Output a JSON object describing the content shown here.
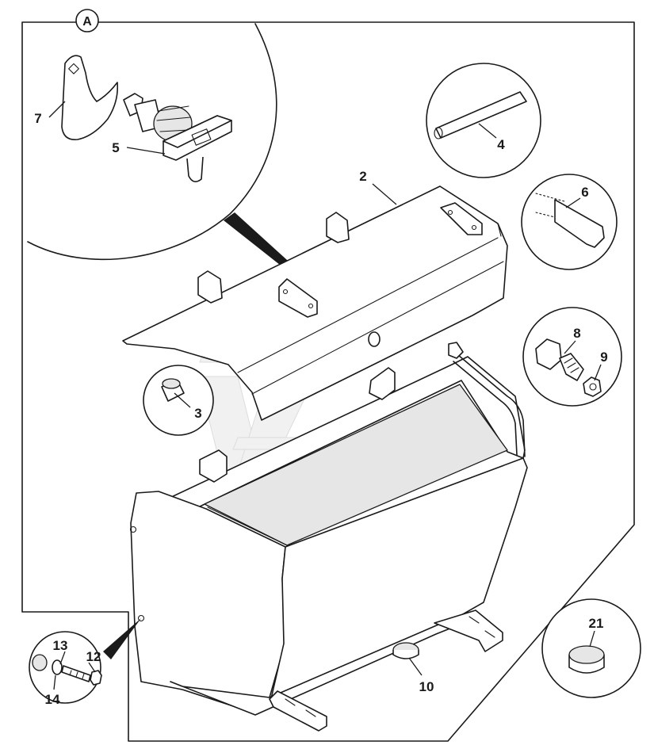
{
  "view_label": "A",
  "callouts": [
    {
      "key": "7",
      "text": "7"
    },
    {
      "key": "5",
      "text": "5"
    },
    {
      "key": "4",
      "text": "4"
    },
    {
      "key": "2",
      "text": "2"
    },
    {
      "key": "6",
      "text": "6"
    },
    {
      "key": "8",
      "text": "8"
    },
    {
      "key": "9",
      "text": "9"
    },
    {
      "key": "3",
      "text": "3"
    },
    {
      "key": "13",
      "text": "13"
    },
    {
      "key": "12",
      "text": "12"
    },
    {
      "key": "14",
      "text": "14"
    },
    {
      "key": "10",
      "text": "10"
    },
    {
      "key": "21",
      "text": "21"
    }
  ],
  "colors": {
    "line": "#1a1a1a",
    "background": "#ffffff",
    "watermark": "#f1f1f1"
  }
}
